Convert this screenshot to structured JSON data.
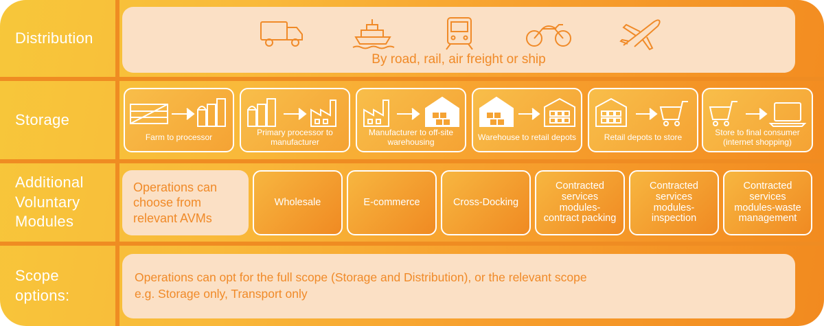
{
  "rows": {
    "distribution": "Distribution",
    "storage": "Storage",
    "avm": "Additional Voluntary Modules",
    "scope": "Scope options:"
  },
  "distribution": {
    "icons": [
      "truck-icon",
      "ship-icon",
      "train-icon",
      "motorcycle-icon",
      "airplane-icon"
    ],
    "text": "By road, rail, air freight or ship"
  },
  "storage": {
    "steps": [
      {
        "label": "Farm to processor",
        "from": "farm-field-icon",
        "to": "processing-plant-icon"
      },
      {
        "label": "Primary processor to manufacturer",
        "from": "processing-plant-icon",
        "to": "factory-icon"
      },
      {
        "label": "Manufacturer to off-site warehousing",
        "from": "factory-icon",
        "to": "warehouse-icon"
      },
      {
        "label": "Warehouse to retail depots",
        "from": "warehouse-icon",
        "to": "retail-depot-icon"
      },
      {
        "label": "Retail depots to store",
        "from": "retail-depot-icon",
        "to": "shopping-cart-icon"
      },
      {
        "label": "Store to final consumer (internet shopping)",
        "from": "shopping-cart-icon",
        "to": "laptop-icon"
      }
    ]
  },
  "avm": {
    "lead": "Operations can choose from relevant AVMs",
    "modules": [
      "Wholesale",
      "E-commerce",
      "Cross-Docking",
      "Contracted services modules-contract packing",
      "Contracted services modules-inspection",
      "Contracted services modules-waste management"
    ]
  },
  "scope": {
    "line1": "Operations can opt for the full scope (Storage and Distribution), or the relevant scope",
    "line2": "e.g. Storage only, Transport only"
  },
  "colors": {
    "panel": "#fbe0c5",
    "accent_text": "#f08a28",
    "divider": "#ef8c22",
    "gradient_start": "#f7c73a",
    "gradient_end": "#f28a1f"
  }
}
